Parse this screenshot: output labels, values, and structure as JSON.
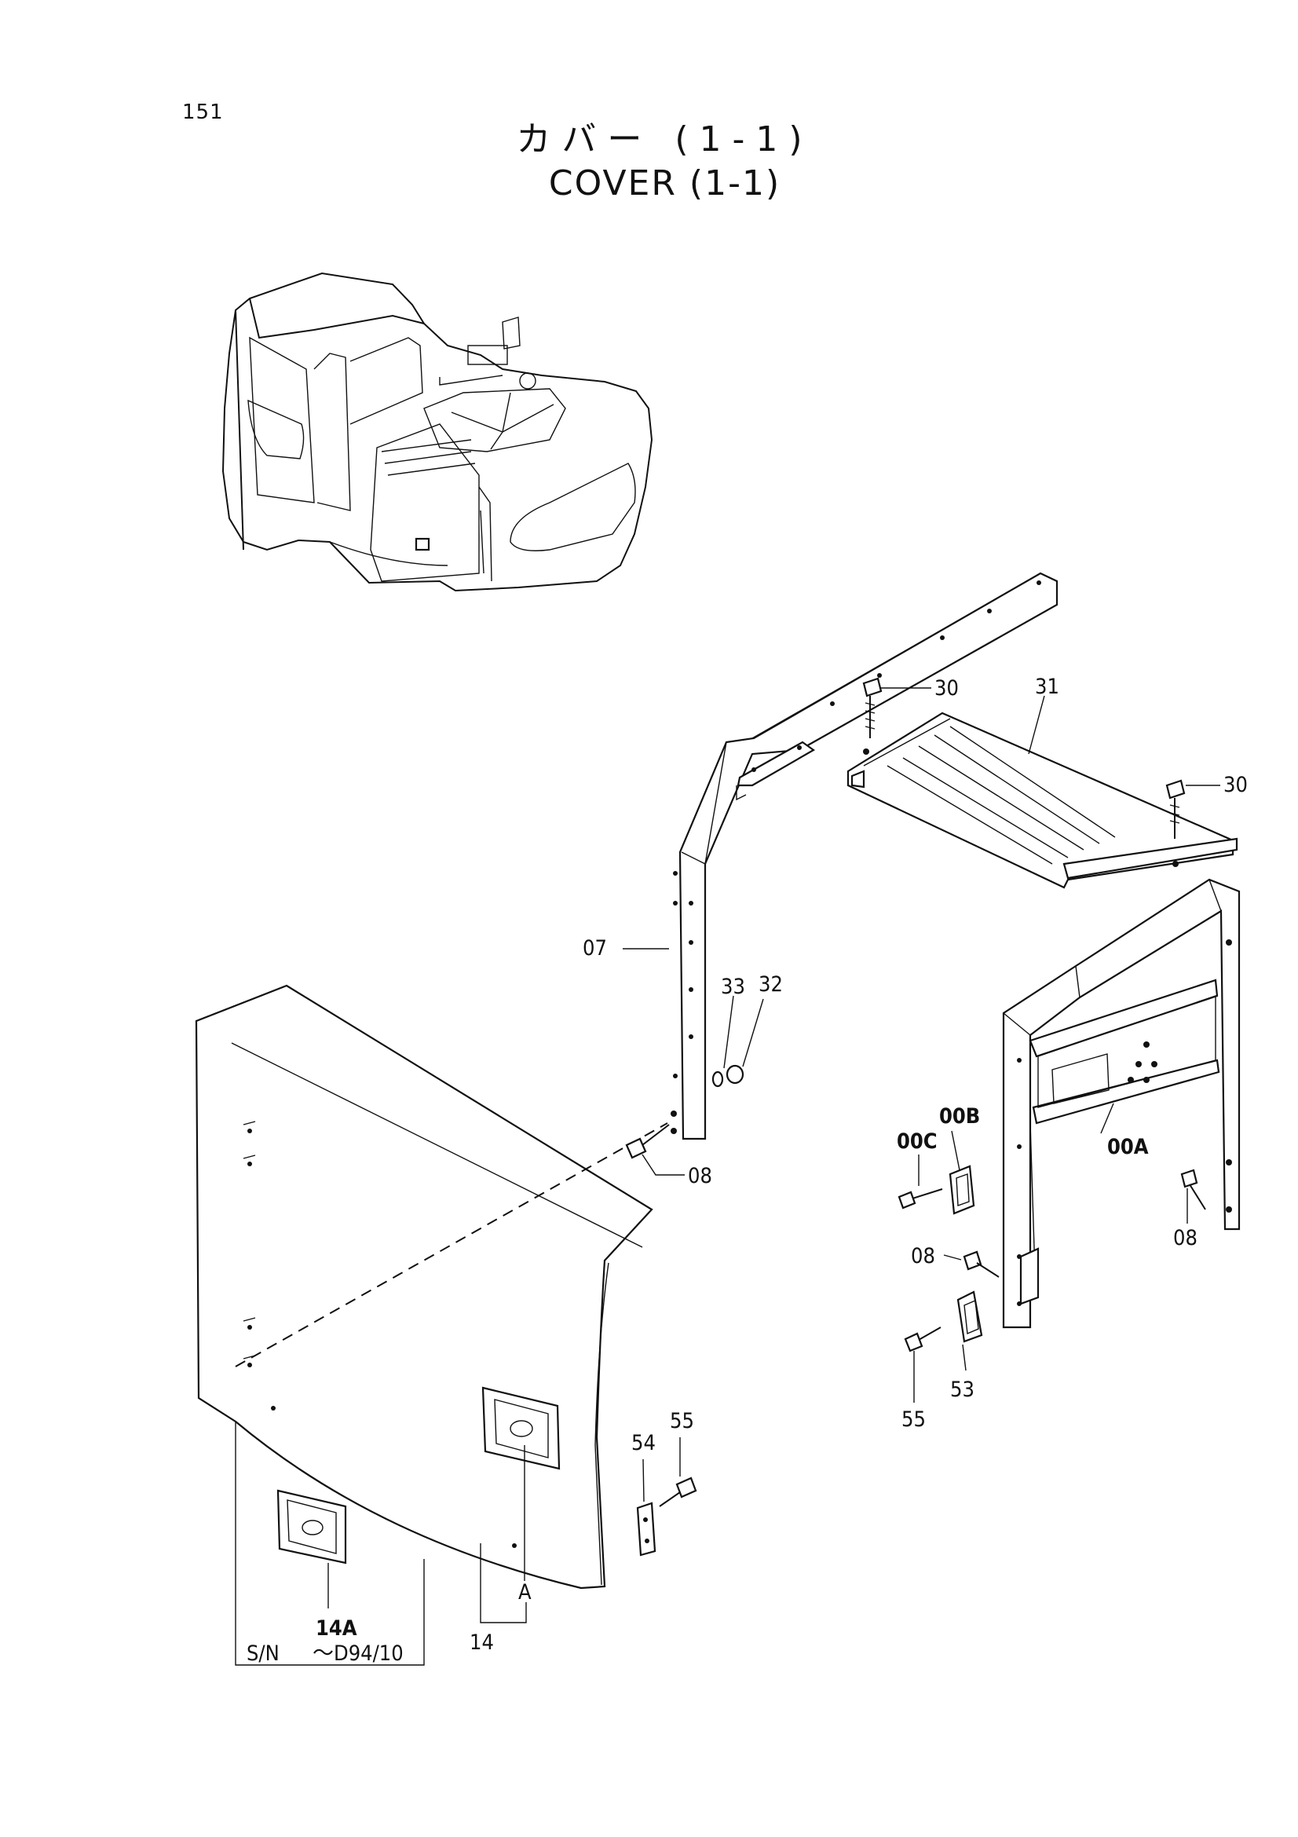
{
  "page_number": "151",
  "title_jp": "カバー (1-1)",
  "title_en": "COVER (1-1)",
  "callouts": {
    "c30a": "30",
    "c30b": "30",
    "c31": "31",
    "c07": "07",
    "c33": "33",
    "c32": "32",
    "c08a": "08",
    "c00b": "00B",
    "c00c": "00C",
    "c00a": "00A",
    "c08b": "08",
    "c08c": "08",
    "c53": "53",
    "c55a": "55",
    "c54": "54",
    "c55b": "55",
    "c14a": "14A",
    "c14": "14",
    "cA": "A"
  },
  "serial_note": {
    "prefix": "S/N",
    "range": "～D94/10"
  }
}
